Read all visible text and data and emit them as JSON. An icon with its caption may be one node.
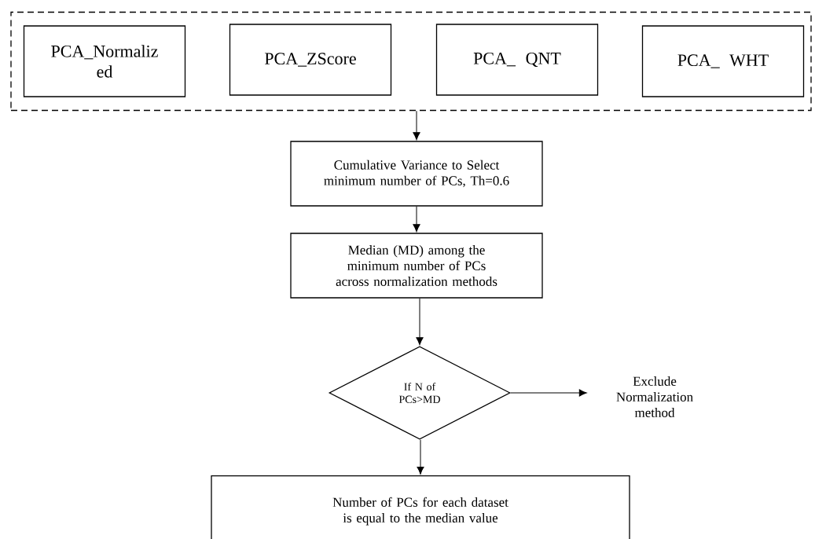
{
  "diagram": {
    "nodes": [
      {
        "text": [],
        "shape": "box"
      },
      {
        "text": [
          "PCA_Normaliz ed"
        ],
        "in": 0
      },
      {
        "text": [
          "PCA_ZScore"
        ],
        "in": 0
      },
      {
        "text": [
          "PCA_ QNT"
        ],
        "in": 0
      },
      {
        "text": [
          "PCA_ WHT"
        ],
        "in": 0
      },
      {
        "text": [
          "Cumulative Variance to Select minimum number of PCs, Th=0.6"
        ]
      },
      {
        "text": [
          "Median (MD) among the minimum number of PCs across normalization methods"
        ]
      },
      {
        "text": [
          "If N of PCs>MD"
        ]
      },
      {
        "text": [
          "Exclude Normalization method"
        ]
      },
      {
        "text": [
          "Number of PCs for each dataset is equal to the median value"
        ]
      }
    ],
    "edges": [
      {
        "from": 0,
        "to": 5,
        "arrow": "to"
      },
      {
        "from": 5,
        "to": 6,
        "arrow": "to"
      },
      {
        "from": 6,
        "to": 7,
        "arrow": "to"
      },
      {
        "from": 7,
        "to": 8,
        "arrow": "to"
      },
      {
        "from": 7,
        "to": 9,
        "arrow": "to"
      }
    ]
  }
}
